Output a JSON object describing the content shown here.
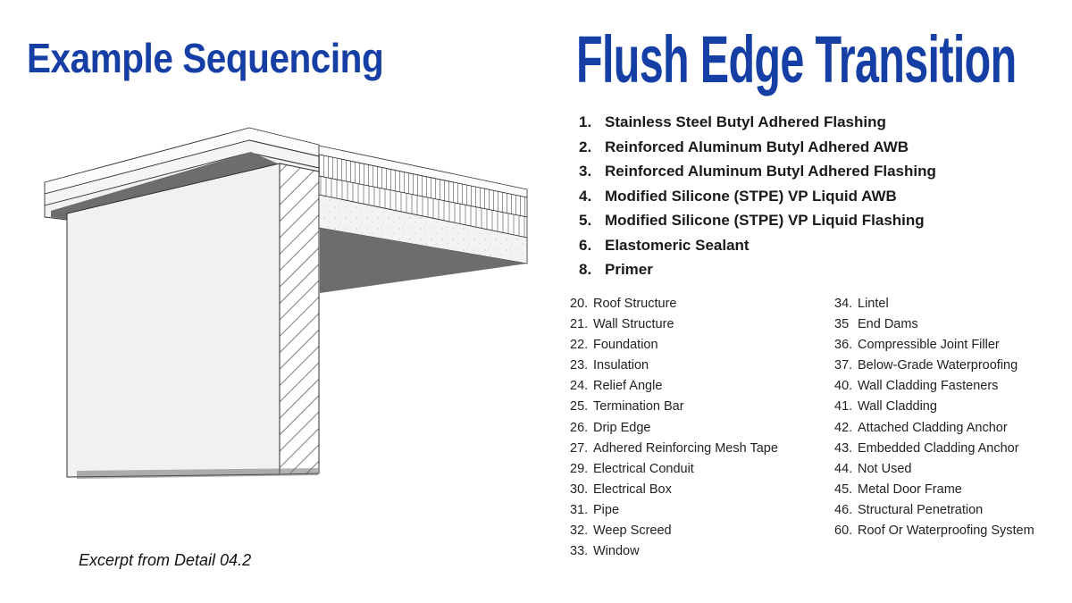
{
  "left_panel": {
    "title": "Example Sequencing",
    "caption": "Excerpt from Detail 04.2"
  },
  "right_panel": {
    "title": "Flush Edge Transition",
    "primary_items": [
      {
        "num": "1.",
        "label": "Stainless Steel Butyl Adhered Flashing"
      },
      {
        "num": "2.",
        "label": "Reinforced Aluminum Butyl Adhered AWB"
      },
      {
        "num": "3.",
        "label": "Reinforced Aluminum Butyl Adhered Flashing"
      },
      {
        "num": "4.",
        "label": "Modified Silicone (STPE) VP Liquid AWB"
      },
      {
        "num": "5.",
        "label": "Modified Silicone (STPE) VP Liquid Flashing"
      },
      {
        "num": "6.",
        "label": "Elastomeric Sealant"
      },
      {
        "num": "8.",
        "label": "Primer"
      }
    ],
    "reference_items_col1": [
      {
        "num": "20.",
        "label": "Roof Structure"
      },
      {
        "num": "21.",
        "label": "Wall Structure"
      },
      {
        "num": "22.",
        "label": "Foundation"
      },
      {
        "num": "23.",
        "label": "Insulation"
      },
      {
        "num": "24.",
        "label": "Relief Angle"
      },
      {
        "num": "25.",
        "label": "Termination Bar"
      },
      {
        "num": "26.",
        "label": "Drip Edge"
      },
      {
        "num": "27.",
        "label": "Adhered Reinforcing Mesh Tape"
      },
      {
        "num": "29.",
        "label": "Electrical Conduit"
      },
      {
        "num": "30.",
        "label": "Electrical Box"
      },
      {
        "num": "31.",
        "label": "Pipe"
      },
      {
        "num": "32.",
        "label": "Weep Screed"
      },
      {
        "num": "33.",
        "label": "Window"
      }
    ],
    "reference_items_col2": [
      {
        "num": "34.",
        "label": "Lintel"
      },
      {
        "num": "35",
        "label": "End Dams"
      },
      {
        "num": "36.",
        "label": "Compressible Joint Filler"
      },
      {
        "num": "37.",
        "label": "Below-Grade Waterproofing"
      },
      {
        "num": "40.",
        "label": "Wall Cladding Fasteners"
      },
      {
        "num": "41.",
        "label": "Wall Cladding"
      },
      {
        "num": "42.",
        "label": "Attached Cladding Anchor"
      },
      {
        "num": "43.",
        "label": "Embedded Cladding Anchor"
      },
      {
        "num": "44.",
        "label": "Not Used"
      },
      {
        "num": "45.",
        "label": "Metal Door Frame"
      },
      {
        "num": "46.",
        "label": "Structural Penetration"
      },
      {
        "num": "60.",
        "label": "Roof Or Waterproofing System"
      }
    ]
  },
  "colors": {
    "accent_blue": "#163fa5",
    "shadow_gray": "#6d6d6d"
  }
}
